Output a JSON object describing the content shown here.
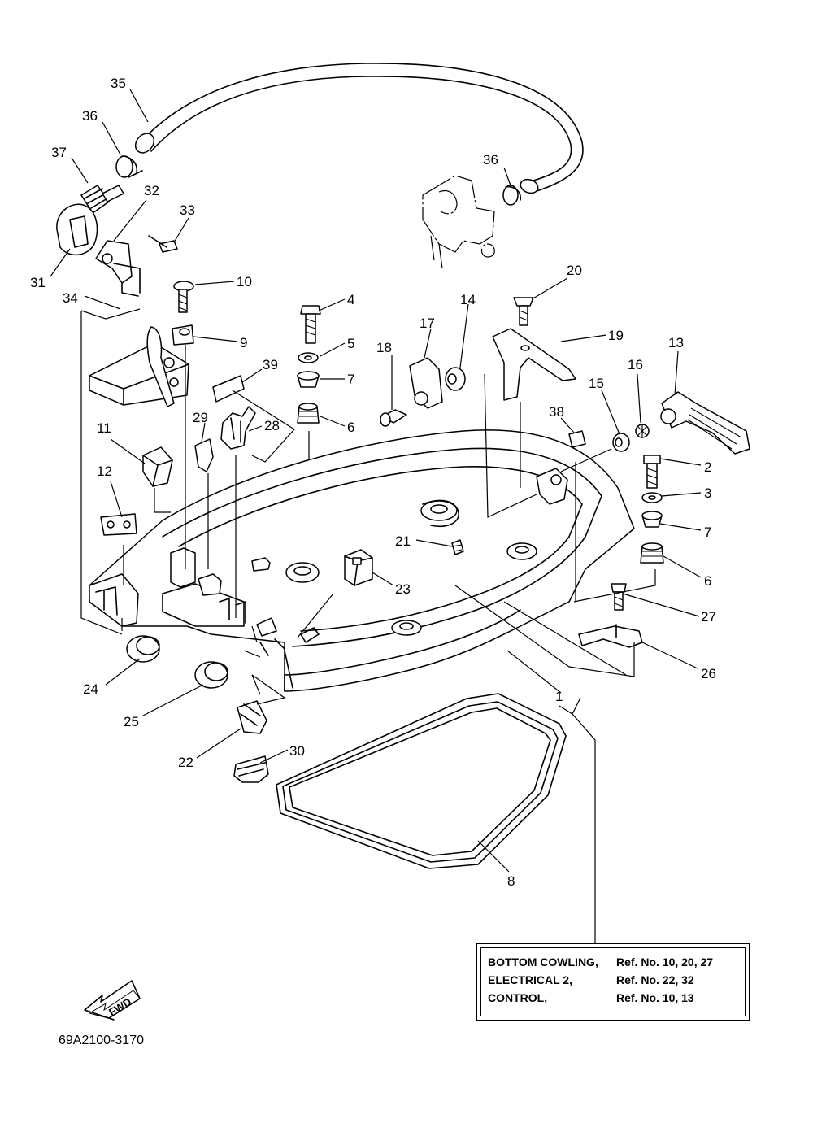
{
  "diagram_code": "69A2100-3170",
  "fwd_label": "FWD",
  "reference_table": [
    {
      "group": "BOTTOM COWLING,",
      "refs": "Ref. No. 10, 20, 27"
    },
    {
      "group": "ELECTRICAL 2,",
      "refs": "Ref. No. 22, 32"
    },
    {
      "group": "CONTROL,",
      "refs": "Ref. No. 10, 13"
    }
  ],
  "callouts": [
    "35",
    "36",
    "37",
    "32",
    "33",
    "31",
    "36",
    "10",
    "34",
    "4",
    "9",
    "5",
    "7",
    "39",
    "6",
    "29",
    "28",
    "11",
    "12",
    "20",
    "19",
    "17",
    "14",
    "18",
    "13",
    "16",
    "15",
    "38",
    "2",
    "3",
    "7",
    "6",
    "21",
    "23",
    "27",
    "26",
    "1",
    "24",
    "25",
    "22",
    "30",
    "8"
  ]
}
